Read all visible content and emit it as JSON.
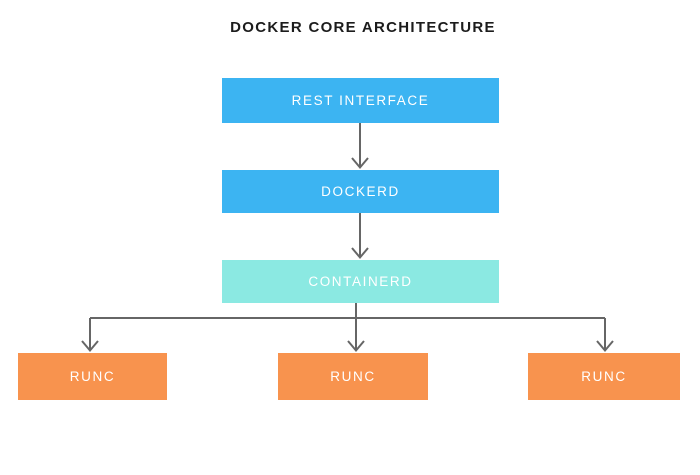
{
  "title": "DOCKER CORE ARCHITECTURE",
  "colors": {
    "background": "#FFFFFF",
    "title_text": "#1C1C1C",
    "box_text": "#FFFFFF",
    "blue": "#3CB4F2",
    "cyan": "#8BE9E2",
    "orange": "#F8934E",
    "arrow": "#666666"
  },
  "nodes": {
    "rest_interface": "REST INTERFACE",
    "dockerd": "DOCKERD",
    "containerd": "CONTAINERD",
    "runc_left": "RUNC",
    "runc_middle": "RUNC",
    "runc_right": "RUNC"
  },
  "edges": [
    {
      "from": "REST INTERFACE",
      "to": "DOCKERD"
    },
    {
      "from": "DOCKERD",
      "to": "CONTAINERD"
    },
    {
      "from": "CONTAINERD",
      "to": "RUNC (left)"
    },
    {
      "from": "CONTAINERD",
      "to": "RUNC (middle)"
    },
    {
      "from": "CONTAINERD",
      "to": "RUNC (right)"
    }
  ]
}
